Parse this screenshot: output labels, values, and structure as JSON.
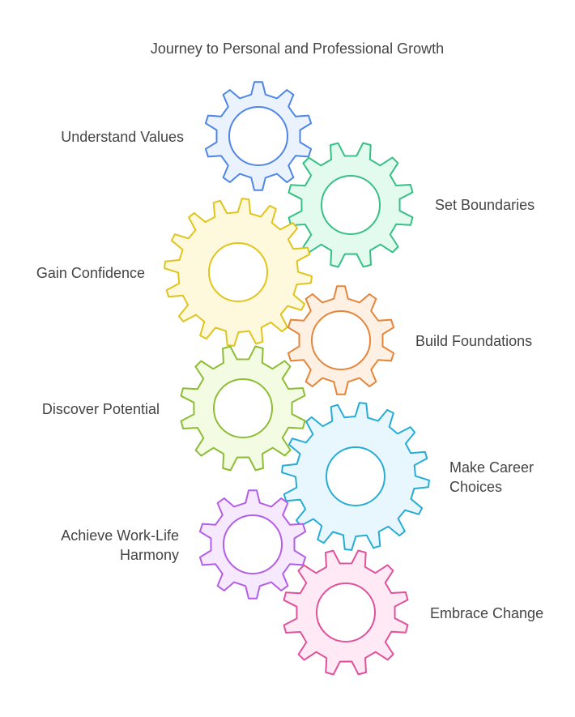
{
  "title": "Journey to Personal and Professional Growth",
  "steps": [
    {
      "label": "Understand Values",
      "teeth": 10,
      "stroke": "#4f86e6",
      "fill": "#eaf2fe"
    },
    {
      "label": "Set Boundaries",
      "teeth": 12,
      "stroke": "#37c085",
      "fill": "#e3fbef"
    },
    {
      "label": "Gain Confidence",
      "teeth": 16,
      "stroke": "#e0c41c",
      "fill": "#fef9dc"
    },
    {
      "label": "Build Foundations",
      "teeth": 10,
      "stroke": "#e5853a",
      "fill": "#fef0e3"
    },
    {
      "label": "Discover Potential",
      "teeth": 12,
      "stroke": "#8dbd35",
      "fill": "#f3fbe2"
    },
    {
      "label": "Make Career Choices",
      "teeth": 16,
      "stroke": "#27acd6",
      "fill": "#e7f7fd"
    },
    {
      "label": "Achieve Work-Life Harmony",
      "teeth": 10,
      "stroke": "#b45de6",
      "fill": "#f6e9fd"
    },
    {
      "label": "Embrace Change",
      "teeth": 12,
      "stroke": "#e0529b",
      "fill": "#fee9f4"
    }
  ]
}
